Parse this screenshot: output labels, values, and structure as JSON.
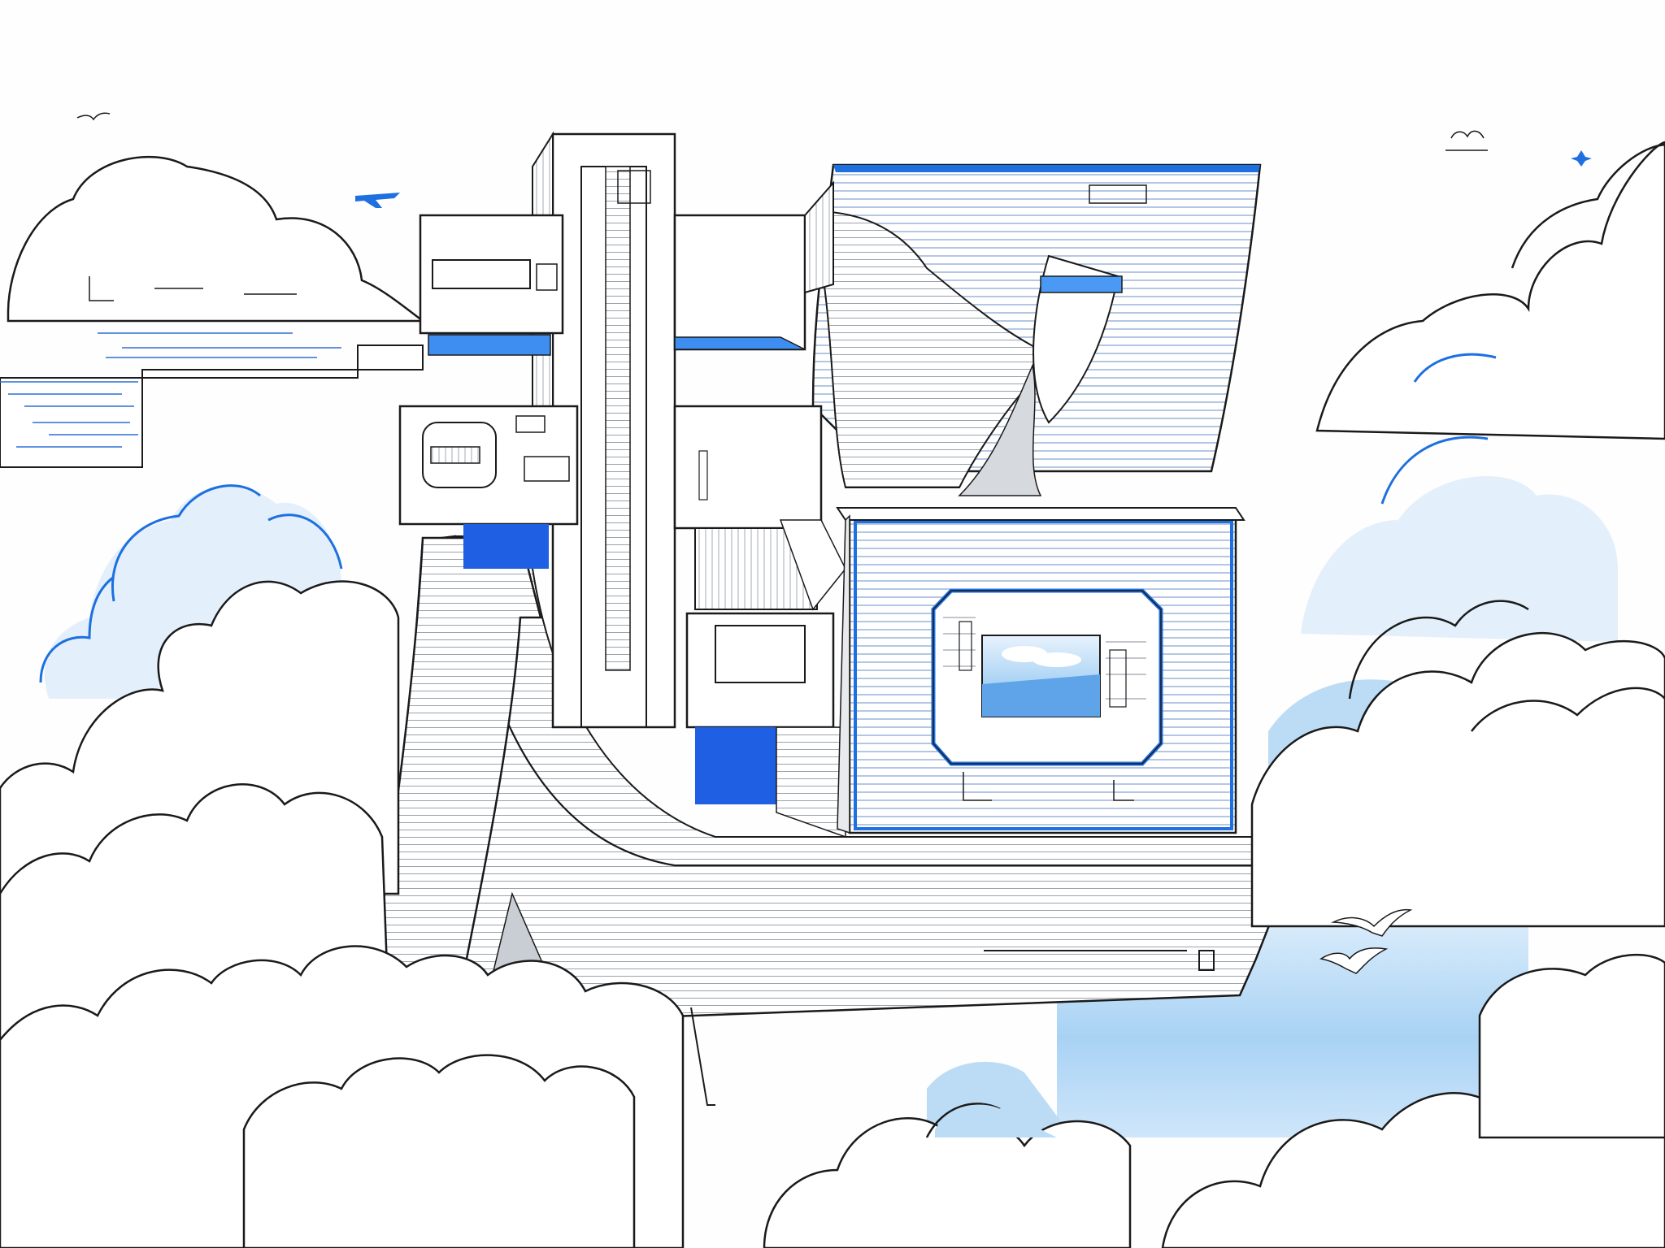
{
  "scene": {
    "kind": "line-art illustration",
    "colors": {
      "background": "#fefefe",
      "ink": "#1a1a1a",
      "grey_ink": "#8a8f96",
      "accent_blue": "#1e6fe0",
      "light_blue": "#bcdcf6",
      "pale_blue": "#e3f0fb",
      "window_sky": "#9cc9ef"
    },
    "elements": [
      {
        "name": "floating-architectural-building",
        "icon": "building-icon"
      },
      {
        "name": "cloud-bank",
        "icon": "cloud-icon"
      },
      {
        "name": "seagulls",
        "icon": "bird-icon",
        "count": 3
      },
      {
        "name": "airplane",
        "icon": "airplane-icon"
      },
      {
        "name": "framed-sky-window",
        "icon": "window-icon"
      }
    ]
  }
}
